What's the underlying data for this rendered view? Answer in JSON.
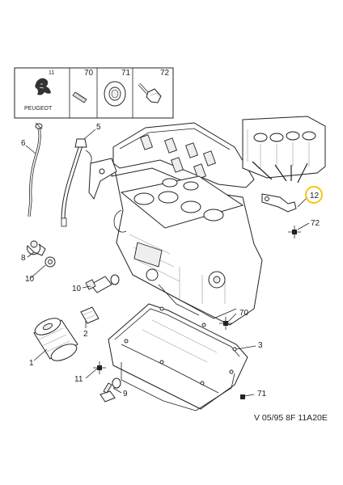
{
  "legend": {
    "brand": "PEUGEOT",
    "col_label_small": "11",
    "col_labels": [
      "70",
      "71",
      "72"
    ]
  },
  "callouts": [
    {
      "id": "1"
    },
    {
      "id": "2"
    },
    {
      "id": "3"
    },
    {
      "id": "5"
    },
    {
      "id": "6"
    },
    {
      "id": "8"
    },
    {
      "id": "9"
    },
    {
      "id": "10"
    },
    {
      "id": "10"
    },
    {
      "id": "11"
    },
    {
      "id": "12"
    },
    {
      "id": "70"
    },
    {
      "id": "71"
    },
    {
      "id": "72"
    }
  ],
  "reference": "V 05/95 8F 11A20E",
  "highlight_color": "#f5c518"
}
